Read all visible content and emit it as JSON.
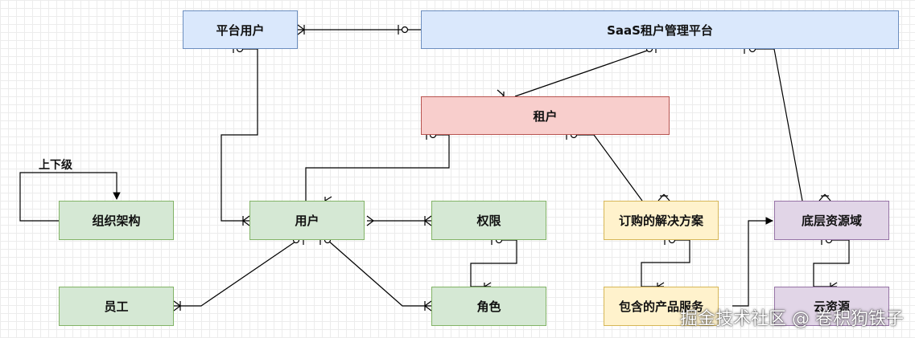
{
  "nodes": {
    "platform_user": "平台用户",
    "saas_platform": "SaaS租户管理平台",
    "tenant": "租户",
    "org": "组织架构",
    "user": "用户",
    "permission": "权限",
    "employee": "员工",
    "role": "角色",
    "solution": "订购的解决方案",
    "product_service": "包含的产品服务",
    "resource_domain": "底层资源域",
    "cloud_resource": "云资源"
  },
  "labels": {
    "hierarchy": "上下级"
  },
  "watermark": "掘金技术社区 @ 卷积狗铁子"
}
